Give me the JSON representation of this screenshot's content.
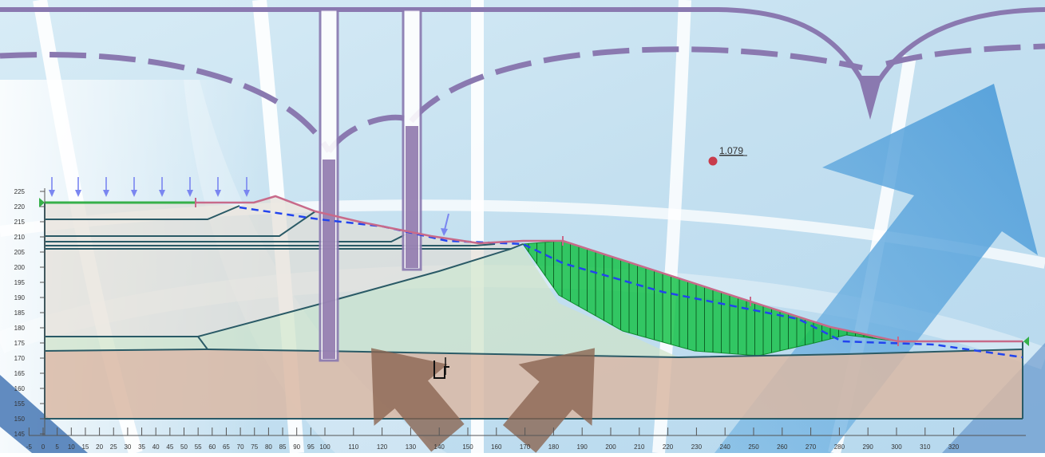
{
  "diagram": {
    "factor_of_safety": "1.079",
    "axis": {
      "x_ticks": [
        "-5",
        "0",
        "5",
        "10",
        "15",
        "20",
        "25",
        "30",
        "35",
        "40",
        "45",
        "50",
        "55",
        "60",
        "65",
        "70",
        "75",
        "80",
        "85",
        "90",
        "95",
        "100",
        "110",
        "120",
        "130",
        "140",
        "150",
        "160",
        "170",
        "180",
        "190",
        "200",
        "210",
        "220",
        "230",
        "240",
        "250",
        "260",
        "270",
        "280",
        "290",
        "300",
        "310",
        "320"
      ],
      "y_ticks": [
        "225",
        "220",
        "215",
        "210",
        "205",
        "200",
        "195",
        "190",
        "185",
        "180",
        "175",
        "170",
        "165",
        "160",
        "155",
        "150",
        "145"
      ]
    },
    "colors": {
      "slip_mass": "#19c24a",
      "water_table": "#2244ee",
      "ground_surface": "#c86a8a",
      "load_arrow": "#7a86f0",
      "boundary": "#2a5a66",
      "critical_center": "#c83c4c",
      "watermark_purple": "#8a79b0",
      "watermark_blue": "#5aa8dc",
      "watermark_brown": "#8a6450"
    },
    "icons": [
      "distributed-load-icon",
      "point-load-icon",
      "anchor-icon",
      "support-marker-icon"
    ]
  }
}
